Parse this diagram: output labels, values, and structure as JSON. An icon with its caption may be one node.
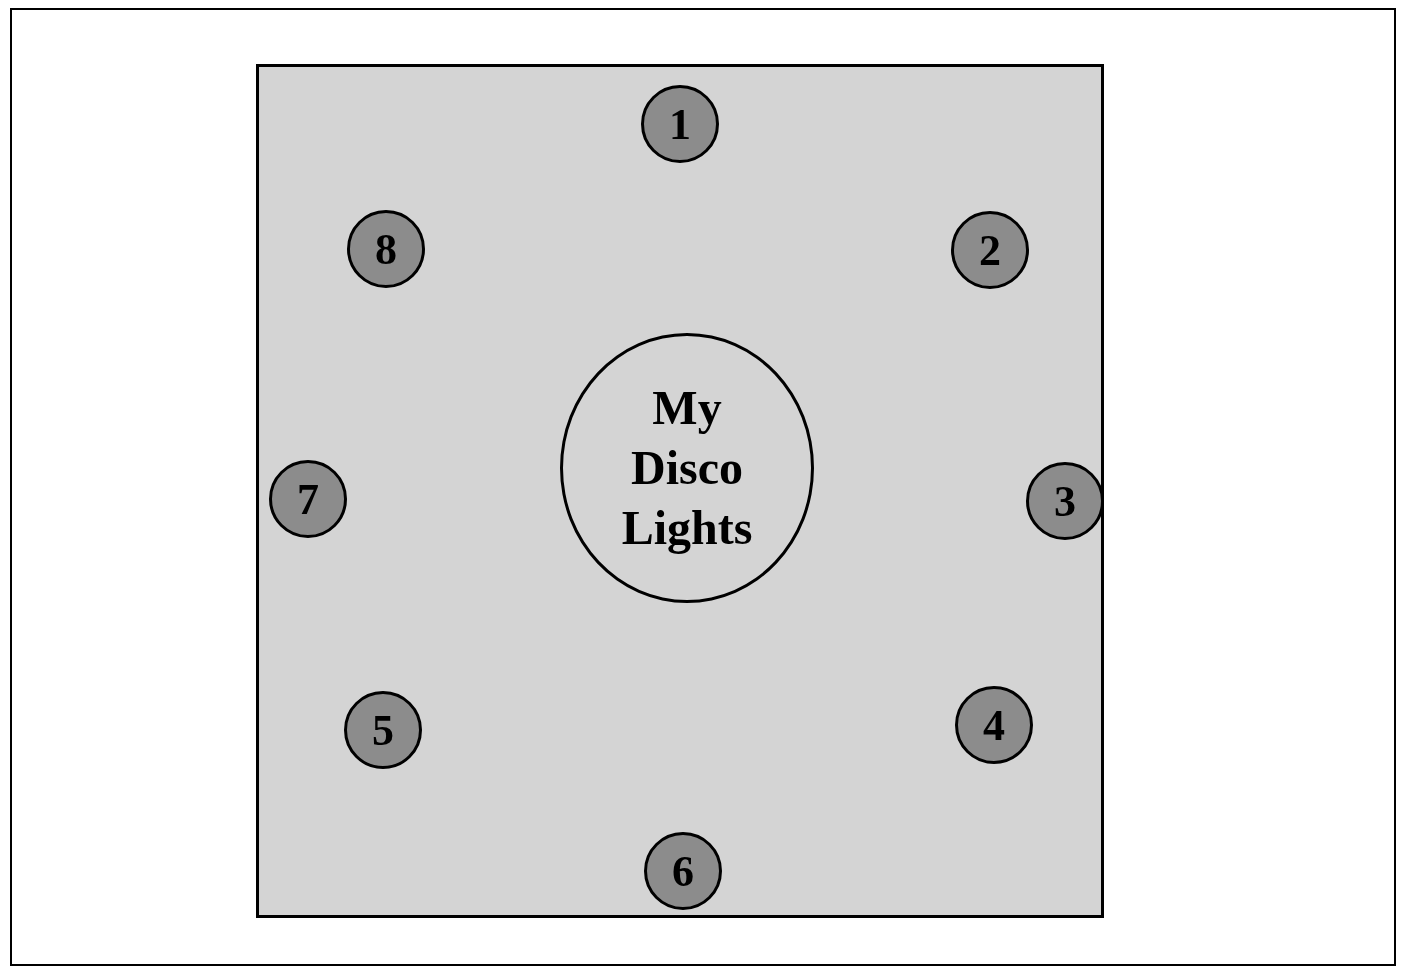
{
  "diagram": {
    "nodes": [
      {
        "text": [],
        "shape": "box"
      },
      {
        "text": [
          "1"
        ],
        "in": 0
      },
      {
        "text": [
          "8"
        ],
        "in": 0
      },
      {
        "text": [
          "2"
        ],
        "in": 0
      },
      {
        "text": [
          "My Disco Lights"
        ],
        "in": 0
      },
      {
        "text": [
          "7"
        ],
        "in": 0
      },
      {
        "text": [
          "3"
        ],
        "in": 0
      },
      {
        "text": [
          "5"
        ],
        "in": 0
      },
      {
        "text": [
          "4"
        ],
        "in": 0
      },
      {
        "text": [
          "6"
        ],
        "in": 0
      }
    ]
  }
}
